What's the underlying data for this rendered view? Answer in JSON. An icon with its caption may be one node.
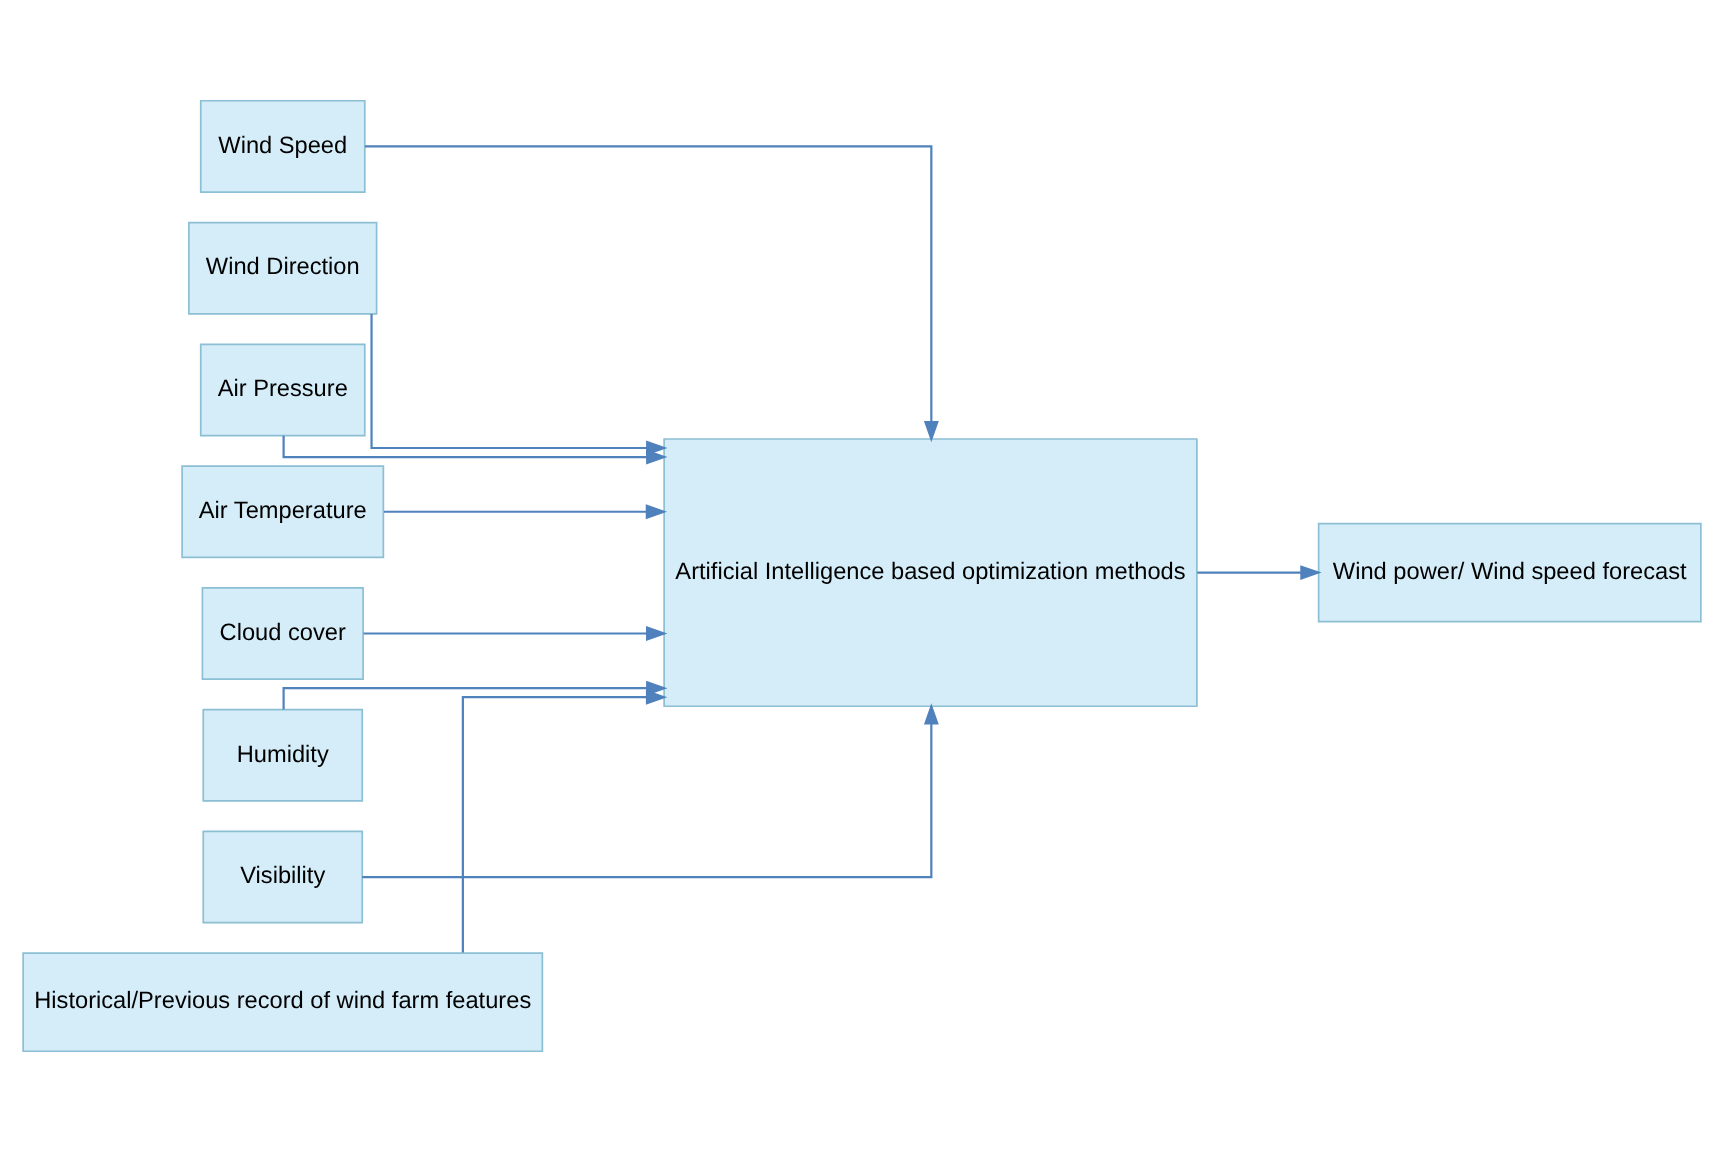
{
  "diagram": {
    "nodes": [
      {
        "text": [
          "Wind Speed"
        ]
      },
      {
        "text": [
          "Wind Direction"
        ]
      },
      {
        "text": [
          "Air Pressure"
        ]
      },
      {
        "text": [
          "Air Temperature"
        ]
      },
      {
        "text": [
          "Cloud cover"
        ]
      },
      {
        "text": [
          "Humidity"
        ]
      },
      {
        "text": [
          "Visibility"
        ]
      },
      {
        "text": [
          "Artificial Intelligence based optimization methods"
        ]
      },
      {
        "text": [
          "Wind power/ Wind speed forecast"
        ]
      },
      {
        "text": [
          "Historical/Previous record of wind farm features"
        ]
      }
    ],
    "edges": [
      {
        "from": 0,
        "to": 7,
        "arrow": "to"
      },
      {
        "from": 1,
        "to": 7,
        "arrow": "to"
      },
      {
        "from": 2,
        "to": 7,
        "arrow": "to"
      },
      {
        "from": 3,
        "to": 7,
        "arrow": "to"
      },
      {
        "from": 4,
        "to": 7,
        "arrow": "to"
      },
      {
        "from": 5,
        "to": 7,
        "arrow": "to"
      },
      {
        "from": 6,
        "to": 7,
        "arrow": "to"
      },
      {
        "from": 7,
        "to": 8,
        "arrow": "to"
      },
      {
        "from": 9,
        "to": 7,
        "arrow": "to"
      }
    ]
  }
}
